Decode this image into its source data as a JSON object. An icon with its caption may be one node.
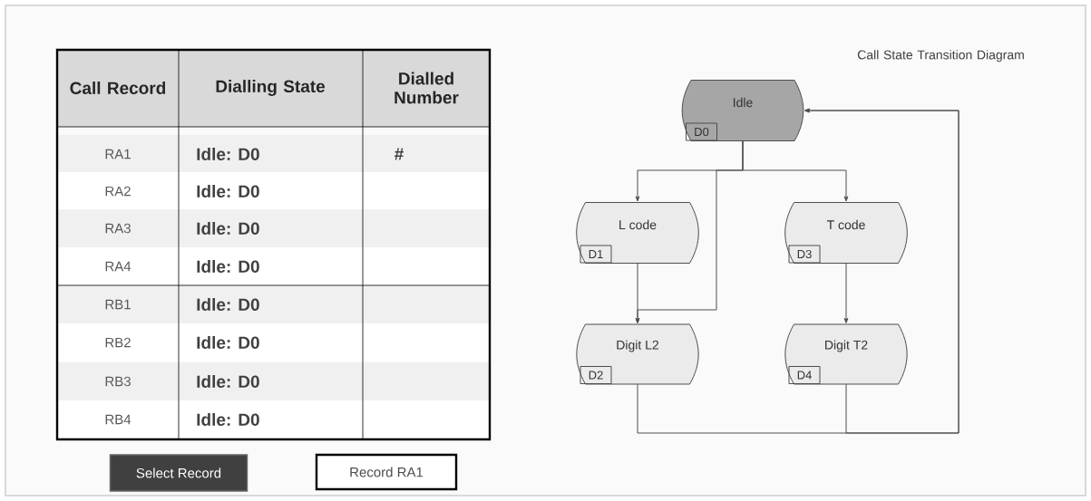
{
  "diagram": {
    "title": "Call State Transition Diagram",
    "nodes": [
      {
        "text": [
          "Idle",
          "D0"
        ]
      },
      {
        "text": [
          "L code",
          "D1"
        ]
      },
      {
        "text": [
          "T code",
          "D3"
        ]
      },
      {
        "text": [
          "Digit L2",
          "D2"
        ]
      },
      {
        "text": [
          "Digit T2",
          "D4"
        ]
      },
      {
        "text": [
          "Select Record"
        ]
      },
      {
        "text": [
          "Record RA1"
        ]
      }
    ],
    "edges": [
      {
        "from": 0,
        "to": 1,
        "arrow": "to"
      },
      {
        "from": 0,
        "to": 2,
        "arrow": "to"
      },
      {
        "from": 0,
        "to": 3,
        "arrow": "to"
      },
      {
        "from": 1,
        "to": 3,
        "arrow": "to"
      },
      {
        "from": 2,
        "to": 4,
        "arrow": "to"
      },
      {
        "from": 3,
        "to": 0,
        "arrow": "to"
      },
      {
        "from": 4,
        "to": 0,
        "arrow": "to"
      }
    ],
    "labels": [
      "Call Record",
      "Dialling State",
      "Dialled Number",
      "RA1",
      "Idle: D0",
      "#",
      "RA2",
      "Idle: D0",
      "RA3",
      "Idle: D0",
      "RA4",
      "Idle: D0",
      "RB1",
      "Idle: D0",
      "RB2",
      "Idle: D0",
      "RB3",
      "Idle: D0",
      "RB4",
      "Idle: D0"
    ]
  }
}
